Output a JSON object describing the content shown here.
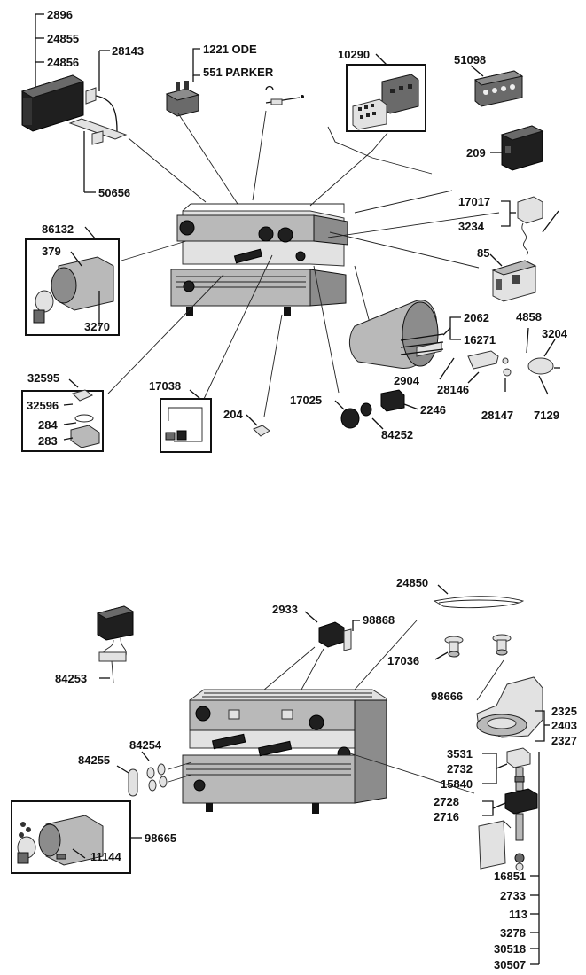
{
  "top": {
    "labels": {
      "l2896": "2896",
      "l24855": "24855",
      "l24856": "24856",
      "l28143": "28143",
      "l50656": "50656",
      "l1221": "1221 ODE",
      "l551": "551 PARKER",
      "l10290": "10290",
      "l51098": "51098",
      "l209": "209",
      "l17017": "17017",
      "l3234": "3234",
      "l85": "85",
      "l86132": "86132",
      "l379": "379",
      "l3270": "3270",
      "l2062": "2062",
      "l16271": "16271",
      "l4858": "4858",
      "l3204": "3204",
      "l2904": "2904",
      "l28146": "28146",
      "l28147": "28147",
      "l7129": "7129",
      "l32595": "32595",
      "l32596": "32596",
      "l284": "284",
      "l283": "283",
      "l17038": "17038",
      "l204": "204",
      "l17025": "17025",
      "l2246": "2246",
      "l84252": "84252"
    }
  },
  "bottom": {
    "labels": {
      "l24850": "24850",
      "l2933": "2933",
      "l98868": "98868",
      "l84253": "84253",
      "l17036": "17036",
      "l98666": "98666",
      "l2325": "2325",
      "l2403": "2403",
      "l2327": "2327",
      "l84254": "84254",
      "l84255": "84255",
      "l3531": "3531",
      "l2732": "2732",
      "l15840": "15840",
      "l2728": "2728",
      "l2716": "2716",
      "l98665": "98665",
      "l11144": "11144",
      "l16851": "16851",
      "l2733": "2733",
      "l113": "113",
      "l3278": "3278",
      "l30518": "30518",
      "l30507": "30507"
    }
  }
}
